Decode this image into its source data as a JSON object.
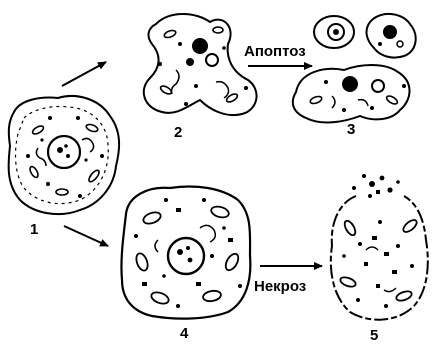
{
  "diagram": {
    "stage_labels": [
      "1",
      "2",
      "3",
      "4",
      "5"
    ],
    "process_labels": {
      "apoptosis": "Апоптоз",
      "necrosis": "Некроз"
    },
    "colors": {
      "ink": "#000000",
      "background": "#ffffff"
    }
  }
}
